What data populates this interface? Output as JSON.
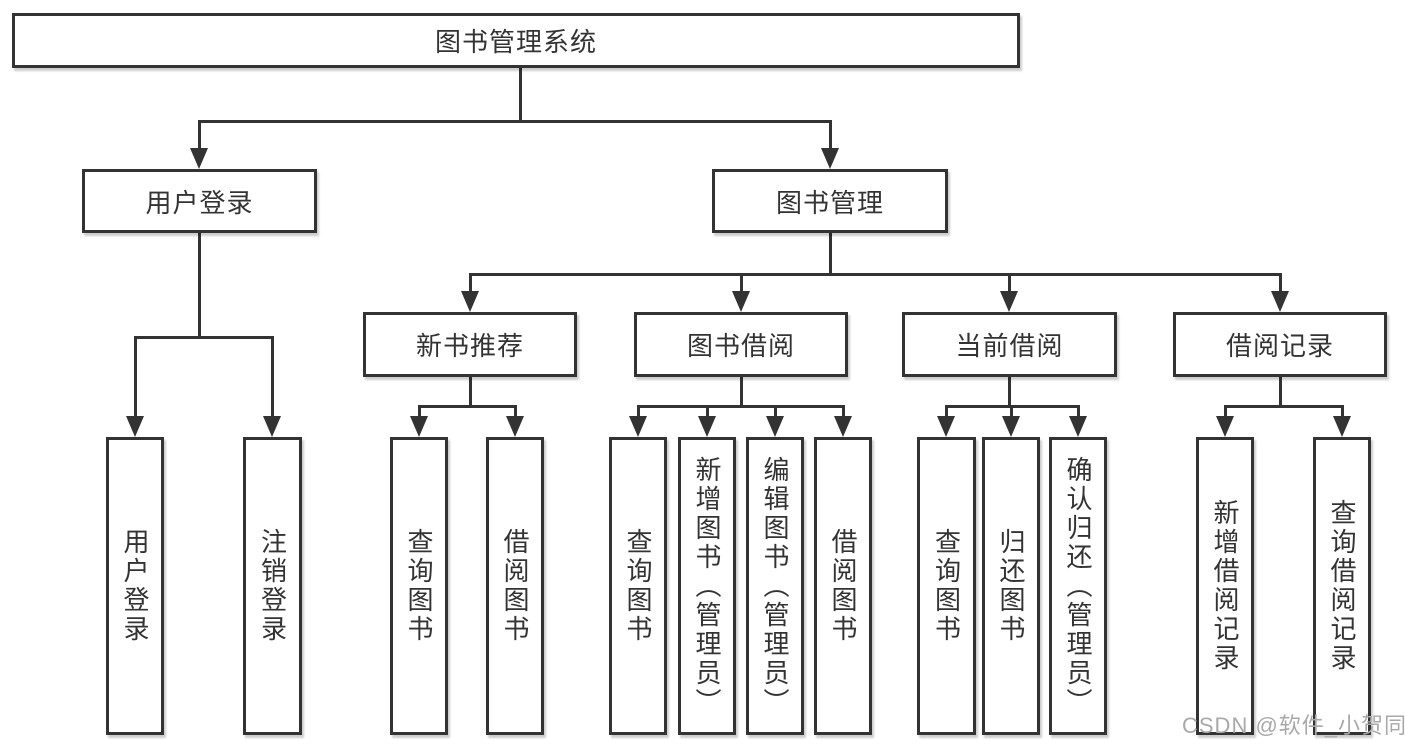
{
  "diagram": {
    "tree": {
      "label": "图书管理系统",
      "children": [
        {
          "label": "用户登录",
          "children": [
            {
              "label": "用户登录"
            },
            {
              "label": "注销登录"
            }
          ]
        },
        {
          "label": "图书管理",
          "children": [
            {
              "label": "新书推荐",
              "children": [
                {
                  "label": "查询图书"
                },
                {
                  "label": "借阅图书"
                }
              ]
            },
            {
              "label": "图书借阅",
              "children": [
                {
                  "label": "查询图书"
                },
                {
                  "label": "新增图书（管理员）"
                },
                {
                  "label": "编辑图书（管理员）"
                },
                {
                  "label": "借阅图书"
                }
              ]
            },
            {
              "label": "当前借阅",
              "children": [
                {
                  "label": "查询图书"
                },
                {
                  "label": "归还图书"
                },
                {
                  "label": "确认归还（管理员）"
                }
              ]
            },
            {
              "label": "借阅记录",
              "children": [
                {
                  "label": "新增借阅记录"
                },
                {
                  "label": "查询借阅记录"
                }
              ]
            }
          ]
        }
      ]
    },
    "colors": {
      "line": "#333333",
      "text": "#333333",
      "background": "#ffffff",
      "watermark": "#a9a9a9"
    }
  },
  "watermark": {
    "text": "CSDN @软件_小贺同学"
  }
}
